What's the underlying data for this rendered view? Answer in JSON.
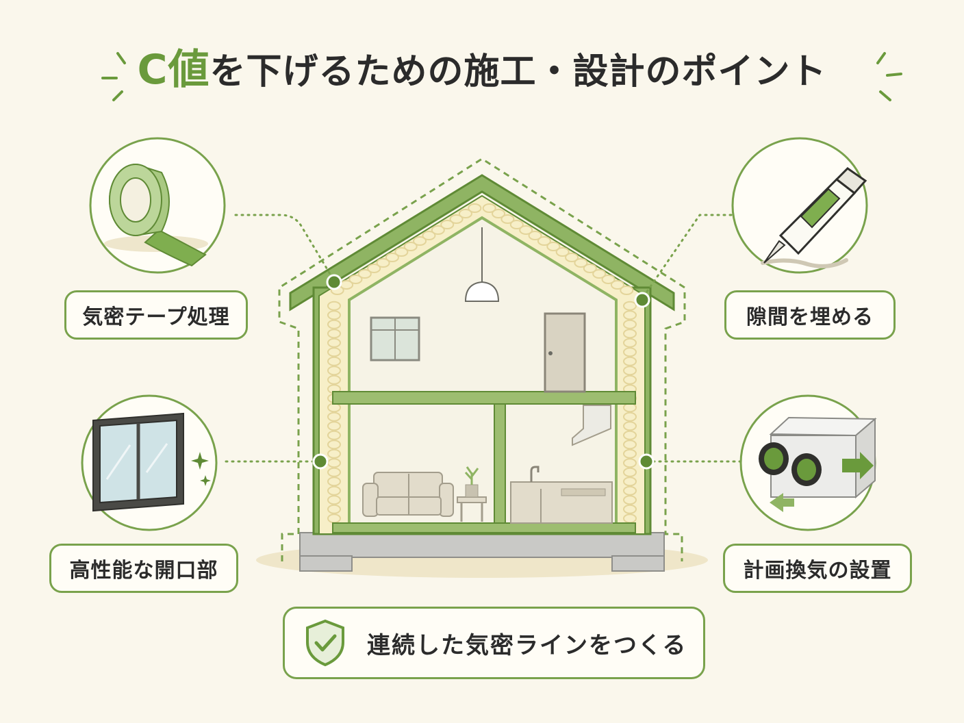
{
  "title": {
    "accent": "C値",
    "rest": "を下げるための施工・設計のポイント"
  },
  "points": [
    {
      "label": "気密テープ処理",
      "icon": "airtight-tape-icon"
    },
    {
      "label": "高性能な開口部",
      "icon": "high-performance-window-icon"
    },
    {
      "label": "隙間を埋める",
      "icon": "sealant-tube-icon"
    },
    {
      "label": "計画換気の設置",
      "icon": "ventilation-unit-icon"
    }
  ],
  "bottom": {
    "label": "連続した気密ラインをつくる",
    "icon": "shield-check-icon"
  },
  "colors": {
    "accent": "#6a9a3c",
    "line": "#79a24c",
    "background": "#faf7ec",
    "text": "#2b2b2b",
    "insulation": "#f7efc8"
  }
}
